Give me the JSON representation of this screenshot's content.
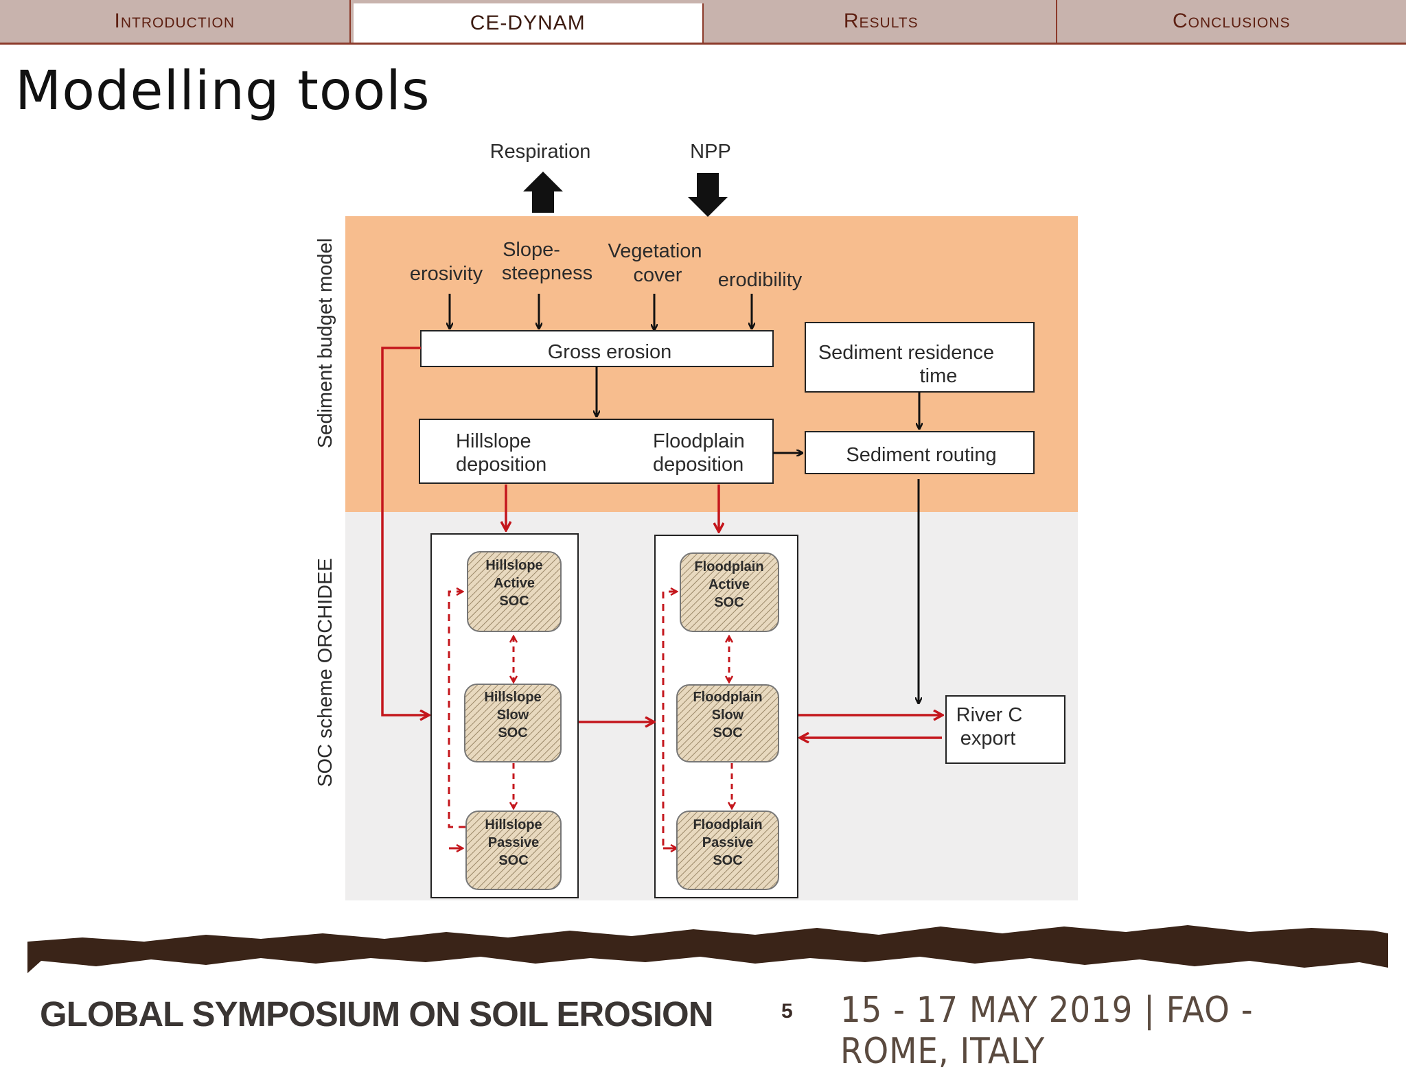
{
  "nav": {
    "tabs": [
      {
        "label": "Introduction",
        "active": false
      },
      {
        "label": "CE-DYNAM",
        "active": true
      },
      {
        "label": "Results",
        "active": false
      },
      {
        "label": "Conclusions",
        "active": false
      }
    ]
  },
  "page_title": "Modelling tools",
  "diagram": {
    "top_labels": {
      "respiration": "Respiration",
      "npp": "NPP"
    },
    "section_labels": {
      "sediment": "Sediment budget model",
      "soc": "SOC scheme ORCHIDEE"
    },
    "factors": {
      "erosivity": "erosivity",
      "slope_line1": "Slope-",
      "slope_line2": "steepness",
      "veg_line1": "Vegetation",
      "veg_line2": "cover",
      "erodibility": "erodibility"
    },
    "boxes": {
      "gross_erosion": "Gross erosion",
      "residence_line1": "Sediment residence",
      "residence_line2": "time",
      "hillslope_dep_line1": "Hillslope",
      "hillslope_dep_line2": "deposition",
      "floodplain_dep_line1": "Floodplain",
      "floodplain_dep_line2": "deposition",
      "routing": "Sediment routing",
      "river_line1": "River C",
      "river_line2": "export"
    },
    "pools": {
      "hill_active": [
        "Hillslope",
        "Active",
        "SOC"
      ],
      "hill_slow": [
        "Hillslope",
        "Slow",
        "SOC"
      ],
      "hill_passive": [
        "Hillslope",
        "Passive",
        "SOC"
      ],
      "flood_active": [
        "Floodplain",
        "Active",
        "SOC"
      ],
      "flood_slow": [
        "Floodplain",
        "Slow",
        "SOC"
      ],
      "flood_passive": [
        "Floodplain",
        "Passive",
        "SOC"
      ]
    },
    "colors": {
      "sediment_bg": "#f7bd8e",
      "soc_bg": "#efeeee",
      "red_arrow": "#c4161c"
    }
  },
  "footer": {
    "event": "GLOBAL SYMPOSIUM ON SOIL EROSION",
    "page_number": "5",
    "date_place": "15 - 17 MAY 2019 | FAO - ROME, ITALY"
  }
}
